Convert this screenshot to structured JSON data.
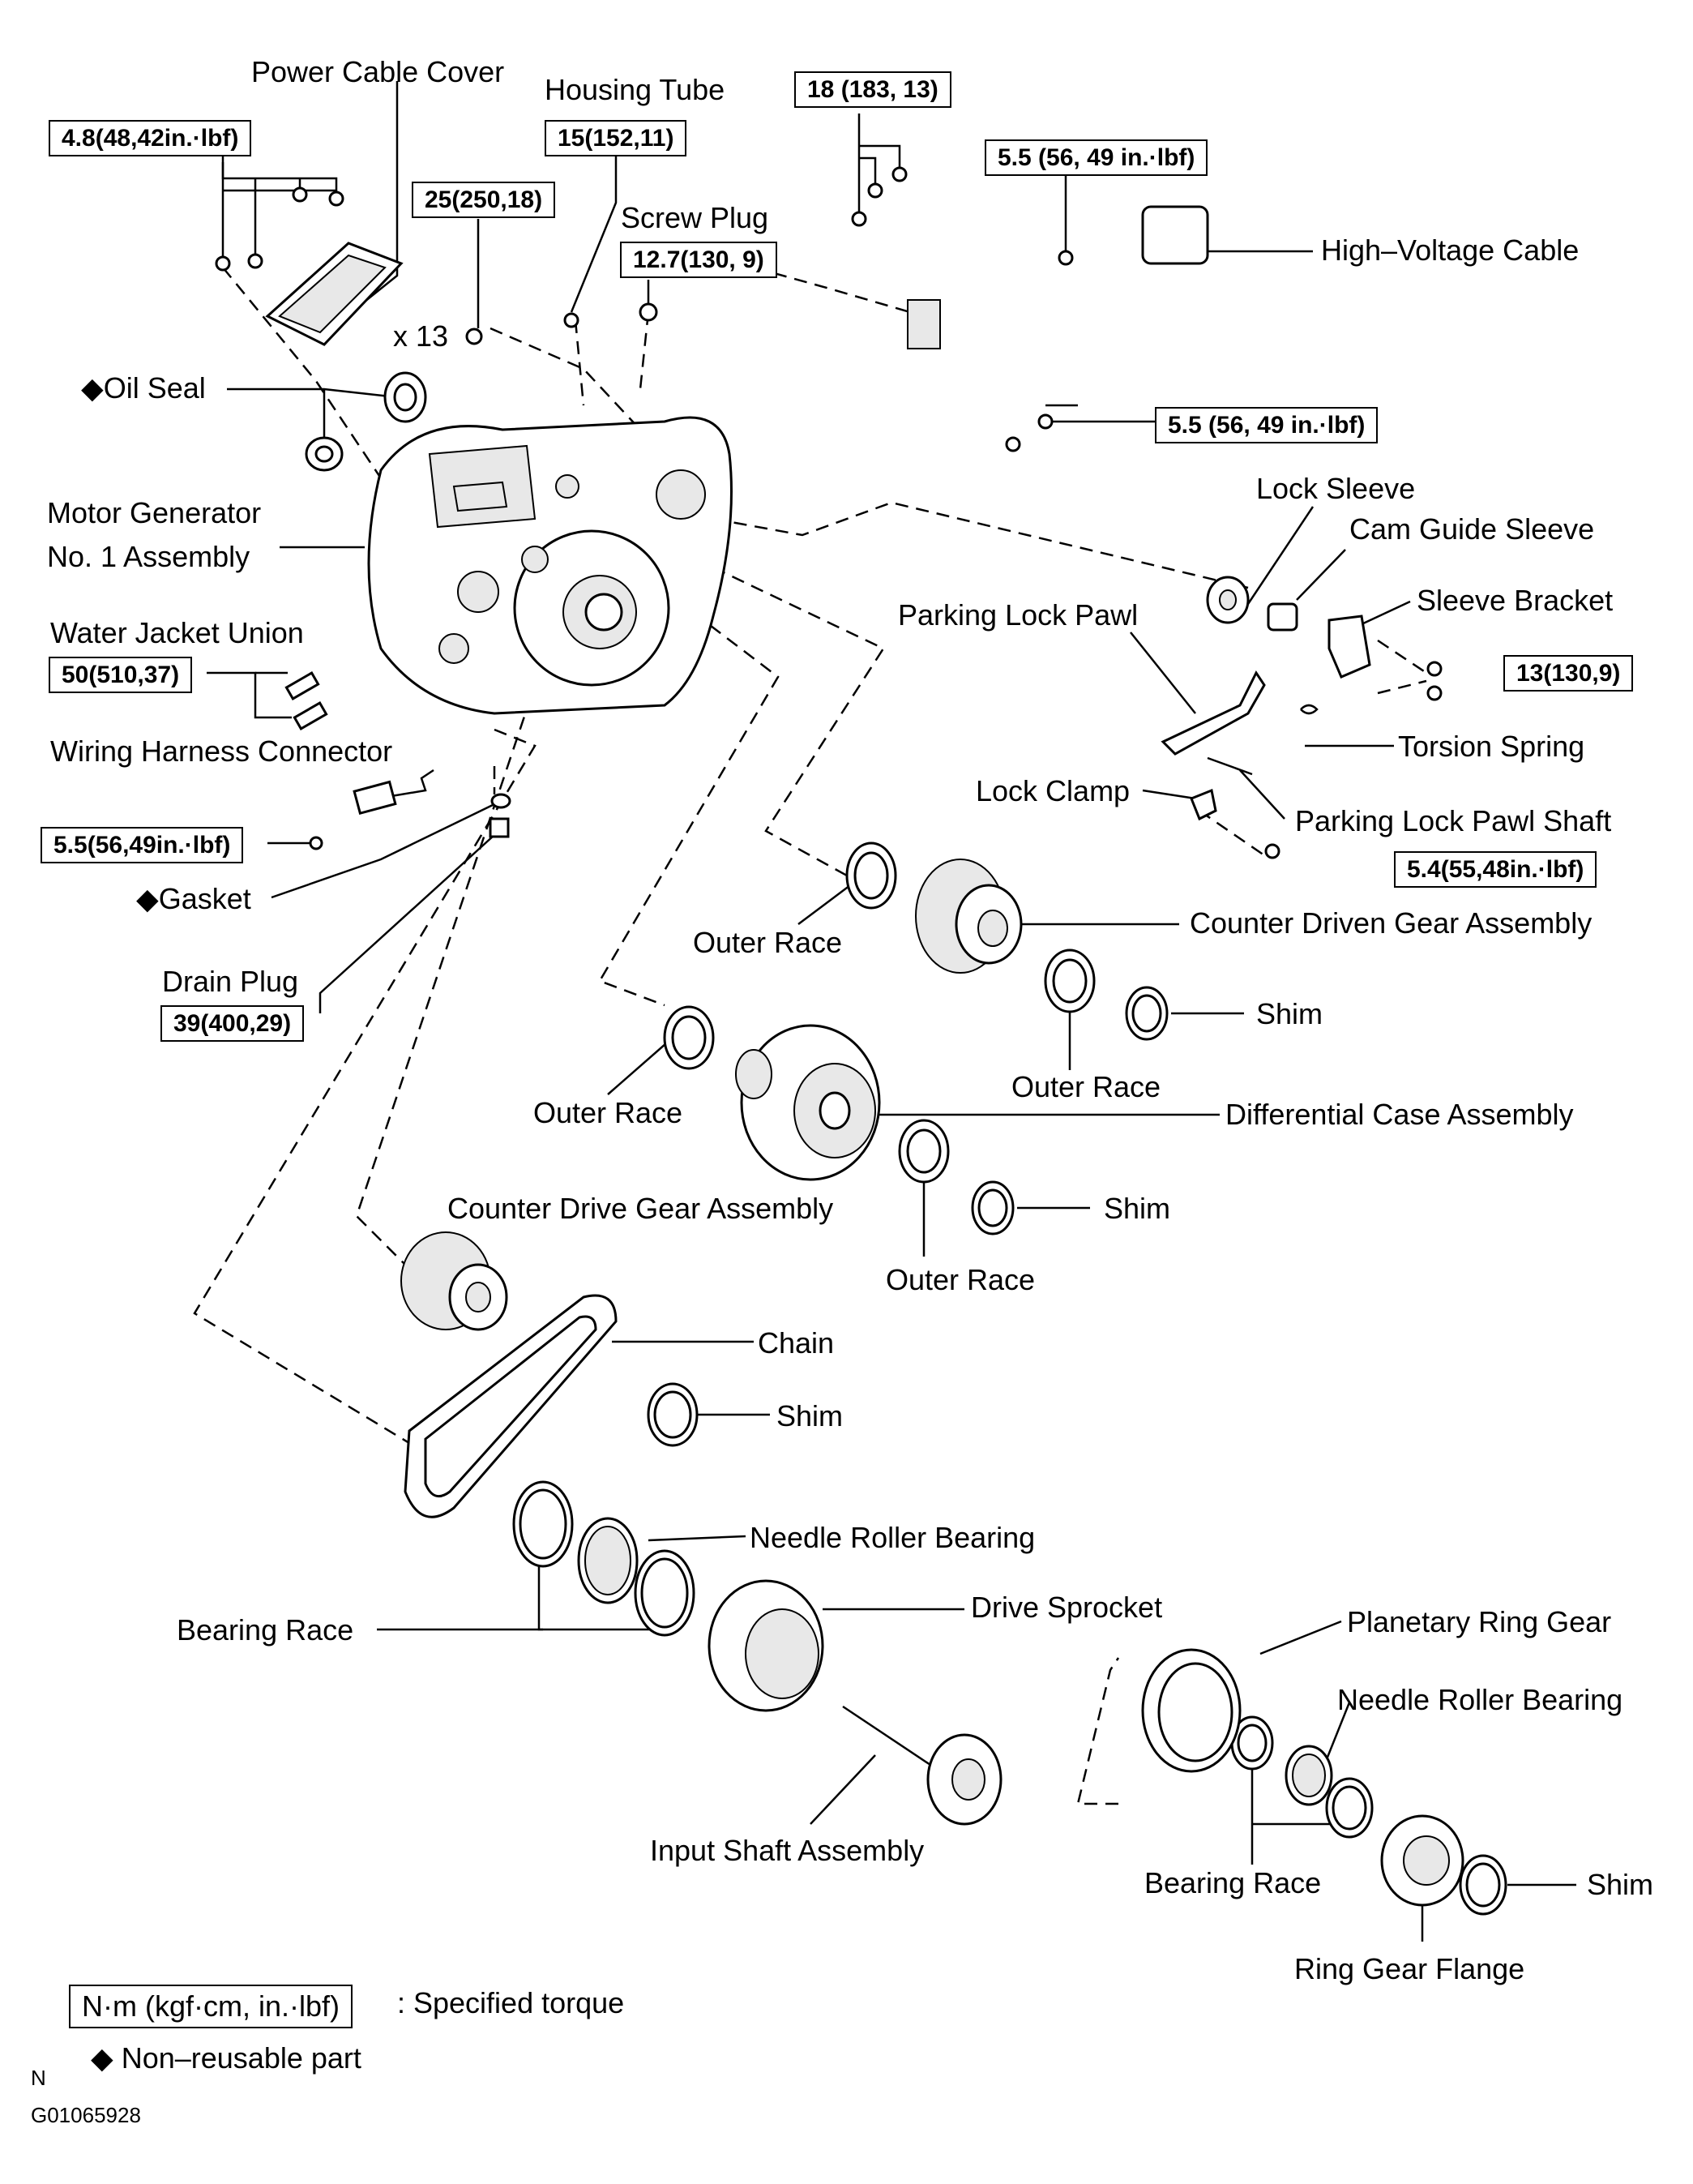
{
  "labels": {
    "power_cable_cover": "Power Cable Cover",
    "housing_tube": "Housing Tube",
    "screw_plug": "Screw Plug",
    "high_voltage_cable": "High–Voltage Cable",
    "x13": "x 13",
    "oil_seal": "Oil Seal",
    "mg_line1": "Motor Generator",
    "mg_line2": "No. 1 Assembly",
    "water_jacket_union": "Water Jacket Union",
    "wiring_harness_connector": "Wiring Harness Connector",
    "gasket": "Gasket",
    "drain_plug": "Drain Plug",
    "lock_sleeve": "Lock Sleeve",
    "cam_guide_sleeve": "Cam Guide Sleeve",
    "parking_lock_pawl": "Parking Lock Pawl",
    "sleeve_bracket": "Sleeve Bracket",
    "torsion_spring": "Torsion Spring",
    "lock_clamp": "Lock Clamp",
    "parking_lock_pawl_shaft": "Parking Lock Pawl Shaft",
    "outer_race_1": "Outer Race",
    "counter_driven_gear_assembly": "Counter Driven Gear Assembly",
    "shim_1": "Shim",
    "outer_race_2": "Outer Race",
    "outer_race_3": "Outer Race",
    "differential_case_assembly": "Differential Case Assembly",
    "counter_drive_gear_assembly": "Counter Drive Gear Assembly",
    "shim_2": "Shim",
    "outer_race_4": "Outer Race",
    "chain": "Chain",
    "shim_3": "Shim",
    "needle_roller_bearing_1": "Needle Roller Bearing",
    "bearing_race_1": "Bearing Race",
    "drive_sprocket": "Drive Sprocket",
    "planetary_ring_gear": "Planetary Ring Gear",
    "needle_roller_bearing_2": "Needle Roller Bearing",
    "input_shaft_assembly": "Input Shaft Assembly",
    "bearing_race_2": "Bearing Race",
    "shim_4": "Shim",
    "ring_gear_flange": "Ring Gear Flange"
  },
  "torques": {
    "power_cable_cover": "4.8(48,42in.·lbf)",
    "housing_tube": "15(152,11)",
    "bolt_x13": "25(250,18)",
    "screw_plug": "12.7(130, 9)",
    "cable_top": "18 (183, 13)",
    "cable_clamp_upper": "5.5 (56, 49 in.·lbf)",
    "cable_clamp_lower": "5.5 (56, 49 in.·lbf)",
    "water_jacket_union": "50(510,37)",
    "wiring_harness_connector": "5.5(56,49in.·lbf)",
    "drain_plug": "39(400,29)",
    "sleeve_bracket": "13(130,9)",
    "lock_clamp": "5.4(55,48in.·lbf)"
  },
  "markers": {
    "non_reusable": "◆"
  },
  "legend": {
    "torque_unit": "N·m (kgf·cm, in.·lbf)",
    "torque_desc": ": Specified torque",
    "non_reusable_desc": "Non–reusable part"
  },
  "footer": {
    "letter": "N",
    "code": "G01065928"
  }
}
